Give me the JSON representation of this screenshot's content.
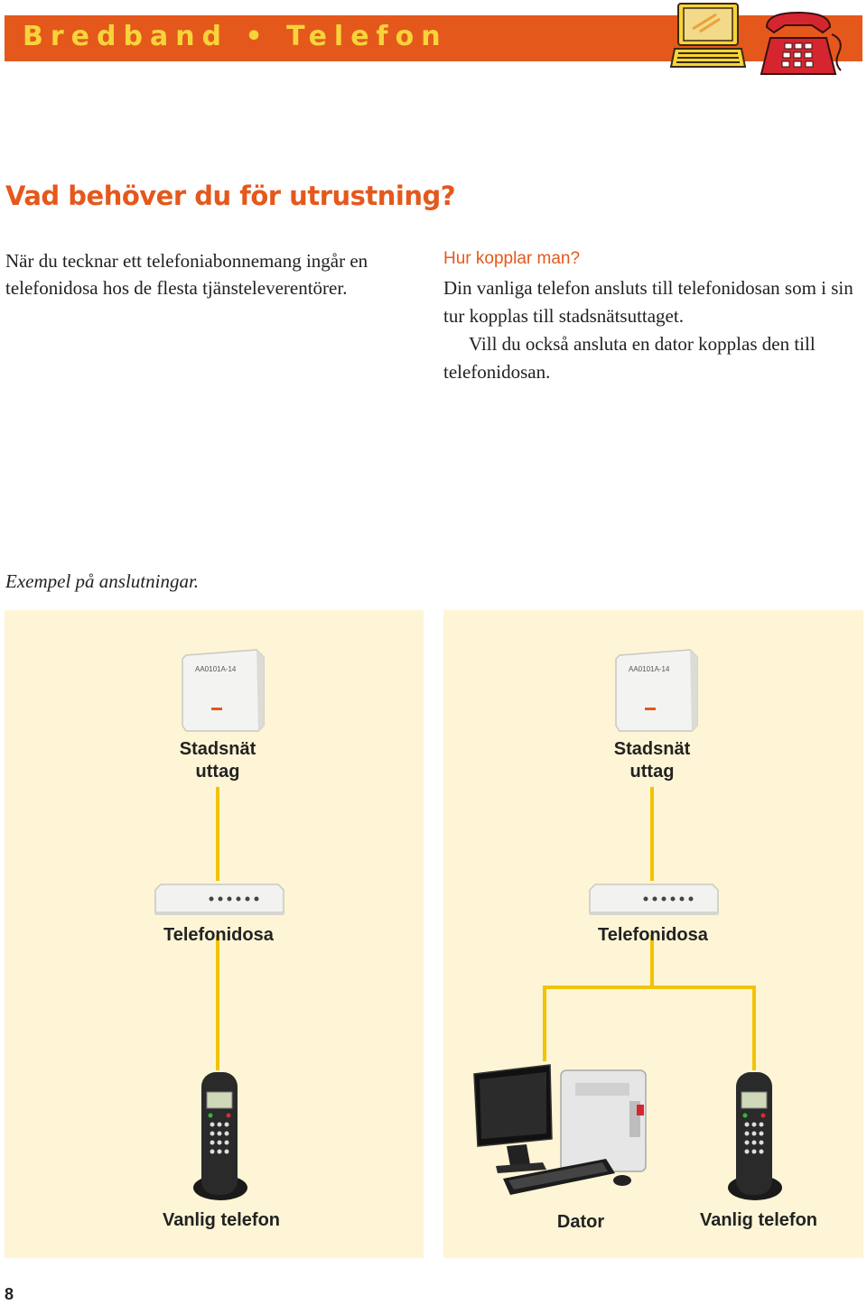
{
  "header": {
    "title": "Bredband • Telefon",
    "icons": [
      "laptop-icon",
      "telephone-icon"
    ],
    "bar_color": "#e5581c",
    "title_color": "#f7d43a"
  },
  "main": {
    "heading": "Vad behöver du för utrustning?",
    "intro": "När du tecknar ett telefoniabonnemang ingår en telefonidosa hos de flesta tjänsteleverentörer.",
    "how": {
      "title": "Hur kopplar man?",
      "paragraph1": "Din vanliga telefon ansluts till telefonidosan som i sin tur kopplas till stadsnätsuttaget.",
      "paragraph2": "Vill du också ansluta en dator kopplas den till telefonidosan."
    }
  },
  "diagram": {
    "caption": "Exempel på anslutningar.",
    "left": {
      "outlet_line1": "Stadsnät",
      "outlet_line2": "uttag",
      "box": "Telefonidosa",
      "phone": "Vanlig telefon",
      "outlet_code": "AA0101A-14"
    },
    "right": {
      "outlet_line1": "Stadsnät",
      "outlet_line2": "uttag",
      "box": "Telefonidosa",
      "computer": "Dator",
      "phone": "Vanlig telefon",
      "outlet_code": "AA0101A-14"
    },
    "cable_color": "#f2c300",
    "panel_color": "#fdf5d5"
  },
  "footer": {
    "page_number": "8"
  }
}
